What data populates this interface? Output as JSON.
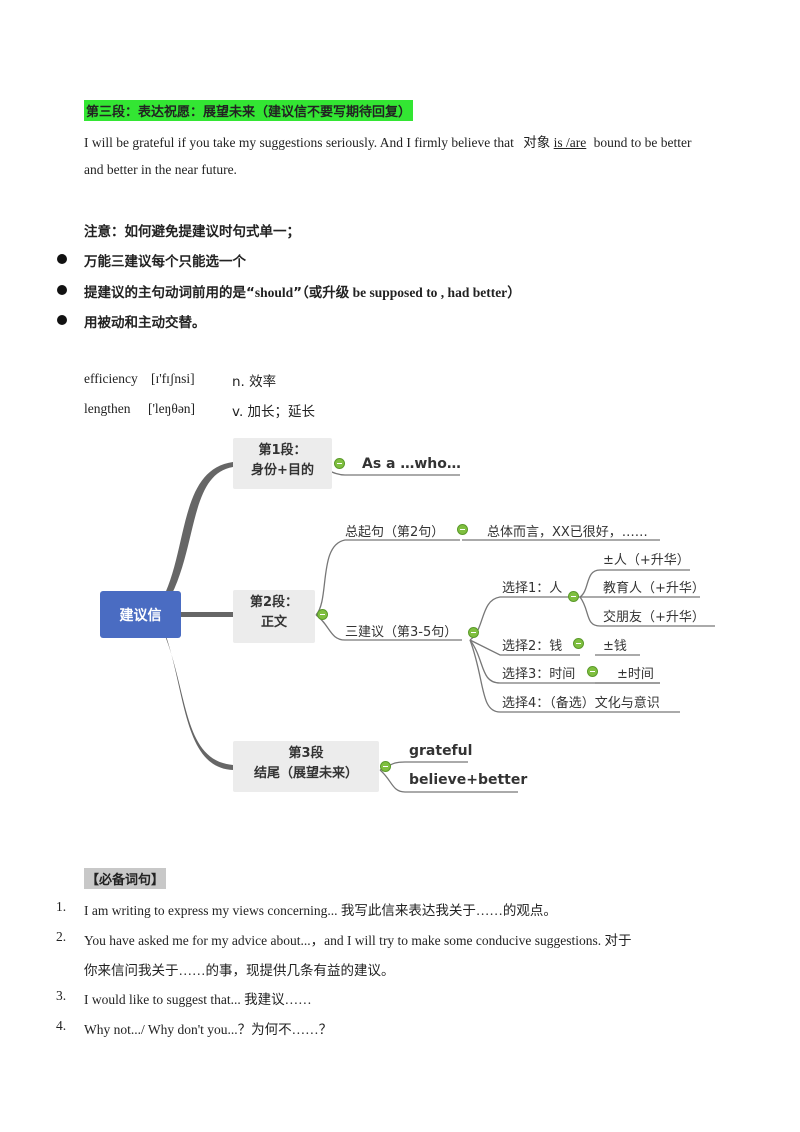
{
  "section3": {
    "heading": "第三段：表达祝愿：展望未来（建议信不要写期待回复）",
    "sentence_part1": "I will be grateful if you take my suggestions seriously. And I firmly believe that",
    "sentence_obj": "对象",
    "sentence_isare": "is /are",
    "sentence_part2": "bound to be better",
    "sentence_line2": "and better in the near future."
  },
  "notes": {
    "title": "注意：如何避免提建议时句式单一；",
    "bullets": [
      {
        "cn": "万能三建议每个只能选一个"
      },
      {
        "cn1": "提建议的主句动词前用的是“",
        "en": "should",
        "cn2": "”（或升级",
        "en2": " be supposed to , had better",
        "cn3": "）"
      },
      {
        "cn": "用被动和主动交替。"
      }
    ]
  },
  "vocab": [
    {
      "word": "efficiency",
      "phonetic": "[ɪ'fɪʃnsi]",
      "meaning": "n. 效率"
    },
    {
      "word": "lengthen",
      "phonetic": "['leŋθən]",
      "meaning": "v. 加长；延长"
    }
  ],
  "mindmap": {
    "root": "建议信",
    "p1": {
      "line1": "第1段：",
      "line2": "身份+目的",
      "child": "As a …who…"
    },
    "p2": {
      "line1": "第2段：",
      "line2": "正文",
      "intro": "总起句（第2句）",
      "intro_child": "总体而言，XX已很好，……",
      "three": "三建议（第3-5句）",
      "choice1": "选择1：人",
      "choice1_children": [
        "±人（+升华）",
        "教育人（+升华）",
        "交朋友（+升华）"
      ],
      "choice2": "选择2：钱",
      "choice2_child": "±钱",
      "choice3": "选择3：时间",
      "choice3_child": "±时间",
      "choice4": "选择4：（备选）文化与意识"
    },
    "p3": {
      "line1": "第3段",
      "line2": "结尾（展望未来）",
      "children": [
        "grateful",
        "believe+better"
      ]
    }
  },
  "phrases": {
    "header": "【必备词句】",
    "items": [
      {
        "num": "1.",
        "text": "I am writing to express my views concerning... 我写此信来表达我关于……的观点。"
      },
      {
        "num": "2.",
        "text": "You have asked me for my advice about...，and I will try to make some conducive suggestions. 对于",
        "cont": "你来信问我关于……的事，现提供几条有益的建议。"
      },
      {
        "num": "3.",
        "text": "I would like to suggest that... 我建议……"
      },
      {
        "num": "4.",
        "text": "Why not.../ Why don't you...？为何不……？"
      }
    ]
  },
  "colors": {
    "highlight_green": "#33e633",
    "root_blue": "#4a6cc2",
    "node_gray": "#ececec",
    "collapse_green": "#7fbf3f"
  }
}
